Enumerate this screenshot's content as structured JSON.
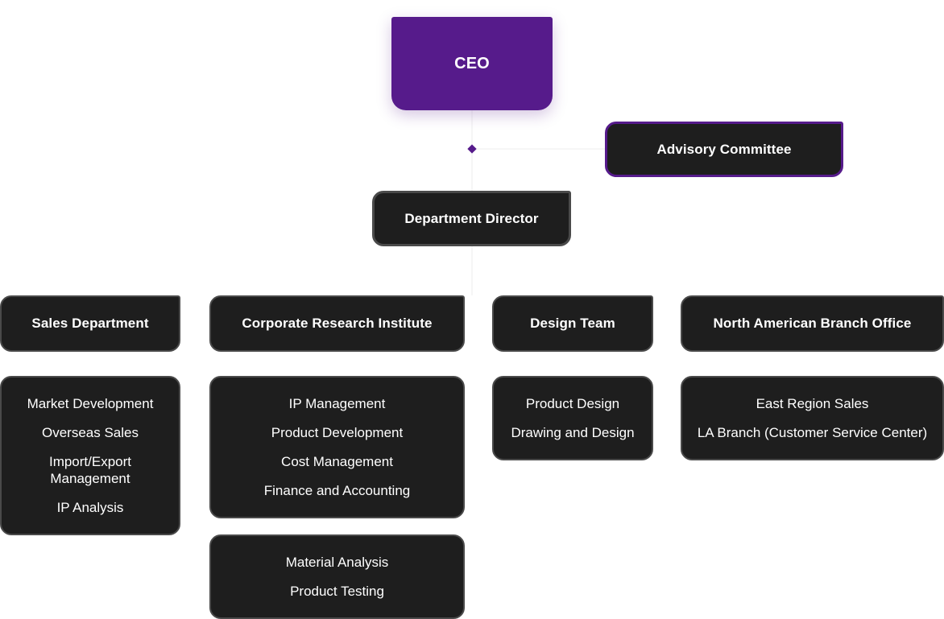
{
  "ceo": {
    "label": "CEO"
  },
  "advisory": {
    "label": "Advisory Committee"
  },
  "director": {
    "label": "Department Director"
  },
  "departments": [
    {
      "label": "Sales Department",
      "groups": [
        [
          "Market Development",
          "Overseas Sales",
          "Import/Export Management",
          "IP Analysis"
        ]
      ]
    },
    {
      "label": "Corporate Research Institute",
      "groups": [
        [
          "IP Management",
          "Product Development",
          "Cost Management",
          "Finance and Accounting"
        ],
        [
          "Material Analysis",
          "Product Testing"
        ]
      ]
    },
    {
      "label": "Design Team",
      "groups": [
        [
          "Product Design",
          "Drawing and Design"
        ]
      ]
    },
    {
      "label": "North American Branch Office",
      "groups": [
        [
          "East Region Sales",
          "LA Branch (Customer Service Center)"
        ]
      ]
    }
  ],
  "colors": {
    "accent": "#561b8b",
    "node": "#1e1e1e",
    "border": "#4a4a4a",
    "text": "#ffffff"
  }
}
